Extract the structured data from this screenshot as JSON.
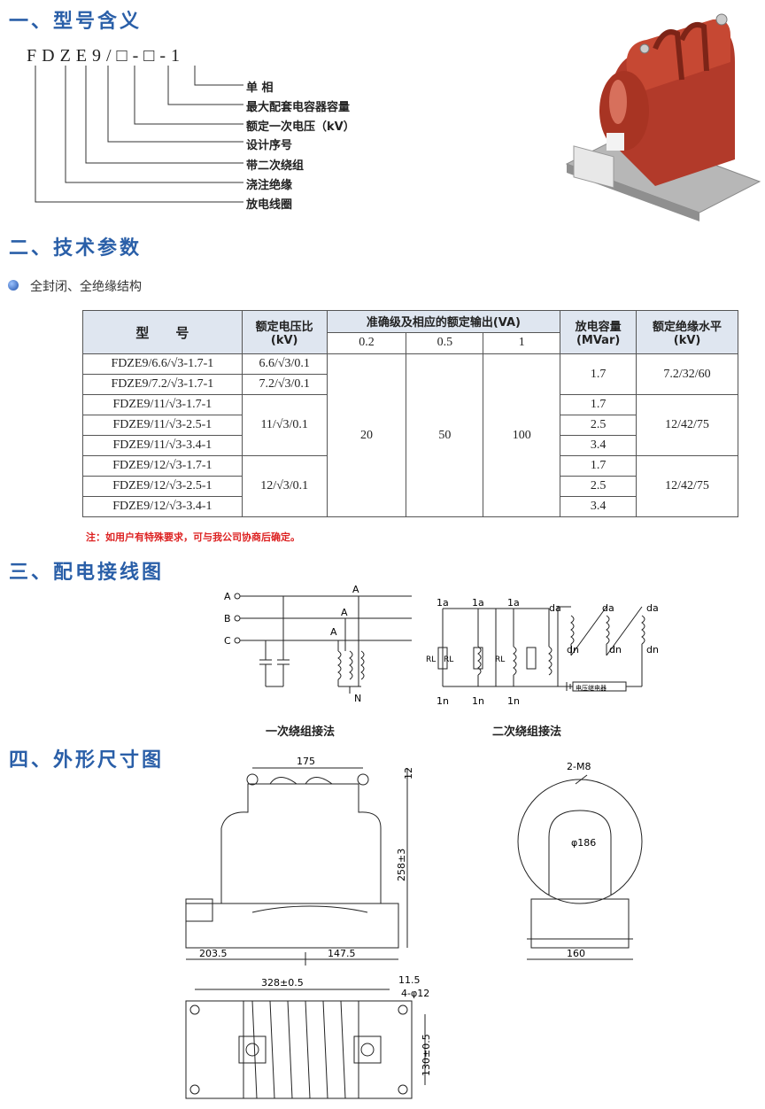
{
  "sections": {
    "s1": "一、型号含义",
    "s2": "二、技术参数",
    "s3": "三、配电接线图",
    "s4": "四、外形尺寸图"
  },
  "model_code": "FDZE9/□-□-1",
  "model_meaning": [
    "单 相",
    "最大配套电容器容量",
    "额定一次电压（kV）",
    "设计序号",
    "带二次绕组",
    "浇注绝缘",
    "放电线圈"
  ],
  "feature": "全封闭、全绝缘结构",
  "table": {
    "headers": {
      "model": "型　　号",
      "ratio": "额定电压比\n(kV)",
      "accuracy": "准确级及相应的额定输出(VA)",
      "discharge": "放电容量\n(MVar)",
      "insulation": "额定绝缘水平\n(kV)"
    },
    "classes": [
      "0.2",
      "0.5",
      "1"
    ],
    "outputs": [
      "20",
      "50",
      "100"
    ],
    "rows": [
      {
        "model": "FDZE9/6.6/√3-1.7-1",
        "cap": "1.7"
      },
      {
        "model": "FDZE9/7.2/√3-1.7-1",
        "cap": "1.7"
      },
      {
        "model": "FDZE9/11/√3-1.7-1",
        "cap": "1.7"
      },
      {
        "model": "FDZE9/11/√3-2.5-1",
        "cap": "2.5"
      },
      {
        "model": "FDZE9/11/√3-3.4-1",
        "cap": "3.4"
      },
      {
        "model": "FDZE9/12/√3-1.7-1",
        "cap": "1.7"
      },
      {
        "model": "FDZE9/12/√3-2.5-1",
        "cap": "2.5"
      },
      {
        "model": "FDZE9/12/√3-3.4-1",
        "cap": "3.4"
      }
    ],
    "ratios": [
      "6.6/√3/0.1",
      "7.2/√3/0.1",
      "11/√3/0.1",
      "12/√3/0.1"
    ],
    "insulation_levels": [
      "7.2/32/60",
      "12/42/75",
      "12/42/75"
    ]
  },
  "note": "注：如用户有特殊要求，可与我公司协商后确定。",
  "wiring": {
    "primary_caption": "一次绕组接法",
    "secondary_caption": "二次绕组接法",
    "phases": [
      "A",
      "B",
      "C"
    ],
    "neutral": "N",
    "sec_top": "1a",
    "sec_bottom": "1n",
    "rl": "RL",
    "da": "da",
    "dn": "dn",
    "relay": "电压继电器"
  },
  "dimensions": {
    "d175": "175",
    "d12": "12",
    "d258": "258±3",
    "d203": "203.5",
    "d147": "147.5",
    "m8": "2-M8",
    "d186": "φ186",
    "d160": "160",
    "d328": "328±0.5",
    "d11": "11.5",
    "holes": "4-φ12",
    "d130": "130±0.5"
  },
  "colors": {
    "title": "#2a5fa8",
    "note": "#dd2222",
    "header_bg": "#dfe6f0",
    "resin": "#b23a2a"
  }
}
